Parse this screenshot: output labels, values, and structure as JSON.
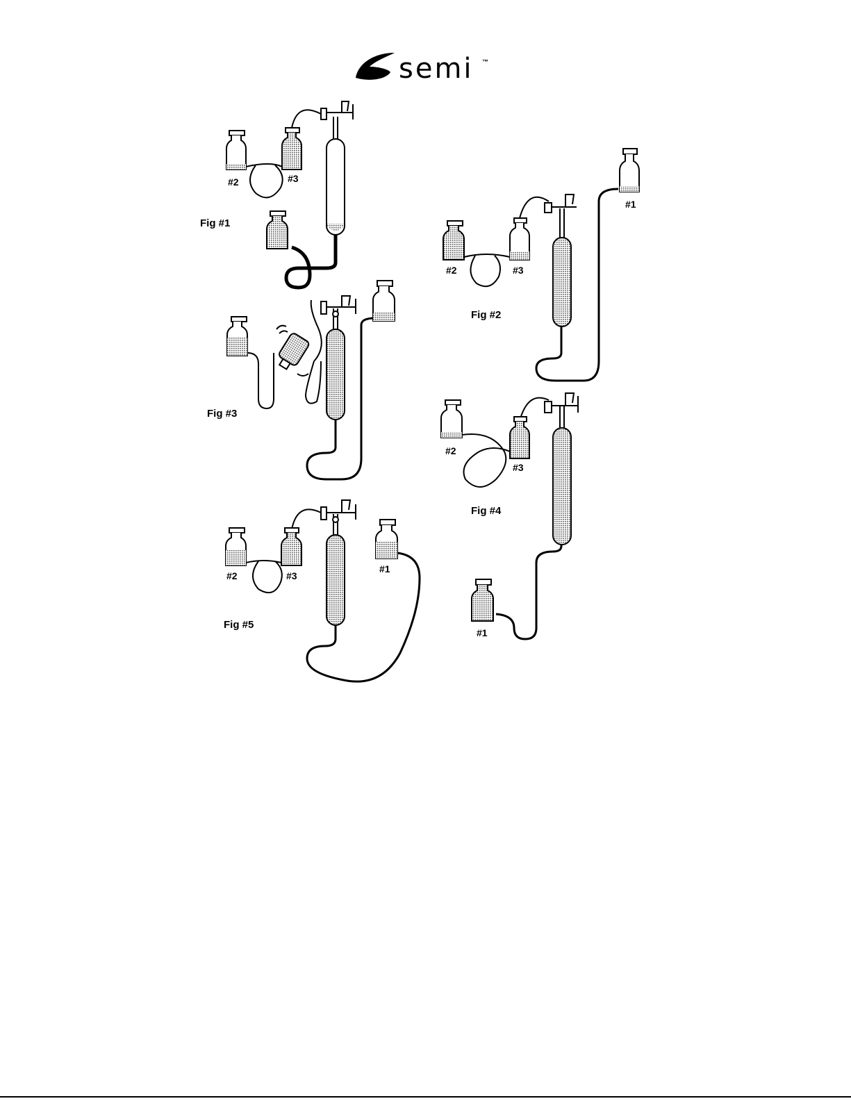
{
  "logo": {
    "word": "semi",
    "trademark": "™"
  },
  "colors": {
    "ink": "#000000",
    "fill": "#9a9a9a",
    "paper": "#ffffff"
  },
  "figures": {
    "fig1": {
      "label": "Fig #1",
      "bottle_labels": [
        "#2",
        "#3"
      ]
    },
    "fig2": {
      "label": "Fig #2",
      "bottle_labels": [
        "#2",
        "#3",
        "#1"
      ]
    },
    "fig3": {
      "label": "Fig #3"
    },
    "fig4": {
      "label": "Fig #4",
      "bottle_labels": [
        "#2",
        "#3",
        "#1"
      ]
    },
    "fig5": {
      "label": "Fig #5",
      "bottle_labels": [
        "#2",
        "#3",
        "#1"
      ]
    }
  }
}
